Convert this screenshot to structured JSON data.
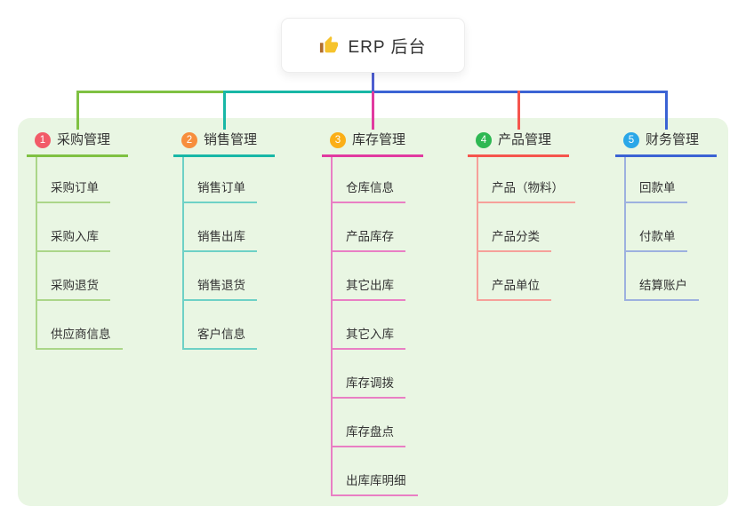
{
  "root": {
    "label": "ERP 后台",
    "icon": "thumbs-up-icon",
    "connector_color": "#4e5ed0"
  },
  "canvas": {
    "background": "#ffffff",
    "panel_background": "#e9f6e3",
    "text_color": "#333333"
  },
  "branches": [
    {
      "badge": "1",
      "label": "采购管理",
      "badge_color": "#f25b68",
      "line_color": "#7fc142",
      "child_line_color": "#abd689",
      "children": [
        "采购订单",
        "采购入库",
        "采购退货",
        "供应商信息"
      ]
    },
    {
      "badge": "2",
      "label": "销售管理",
      "badge_color": "#f78e3d",
      "line_color": "#18b7a6",
      "child_line_color": "#6ed1c6",
      "children": [
        "销售订单",
        "销售出库",
        "销售退货",
        "客户信息"
      ]
    },
    {
      "badge": "3",
      "label": "库存管理",
      "badge_color": "#fbaf17",
      "line_color": "#e13aa0",
      "child_line_color": "#e97fc4",
      "children": [
        "仓库信息",
        "产品库存",
        "其它出库",
        "其它入库",
        "库存调拨",
        "库存盘点",
        "出库库明细"
      ]
    },
    {
      "badge": "4",
      "label": "产品管理",
      "badge_color": "#2eb853",
      "line_color": "#f5554d",
      "child_line_color": "#f6a09a",
      "children": [
        "产品（物料）",
        "产品分类",
        "产品单位"
      ]
    },
    {
      "badge": "5",
      "label": "财务管理",
      "badge_color": "#2aa7e8",
      "line_color": "#3b63d4",
      "child_line_color": "#9db1df",
      "children": [
        "回款单",
        "付款单",
        "结算账户"
      ]
    }
  ]
}
